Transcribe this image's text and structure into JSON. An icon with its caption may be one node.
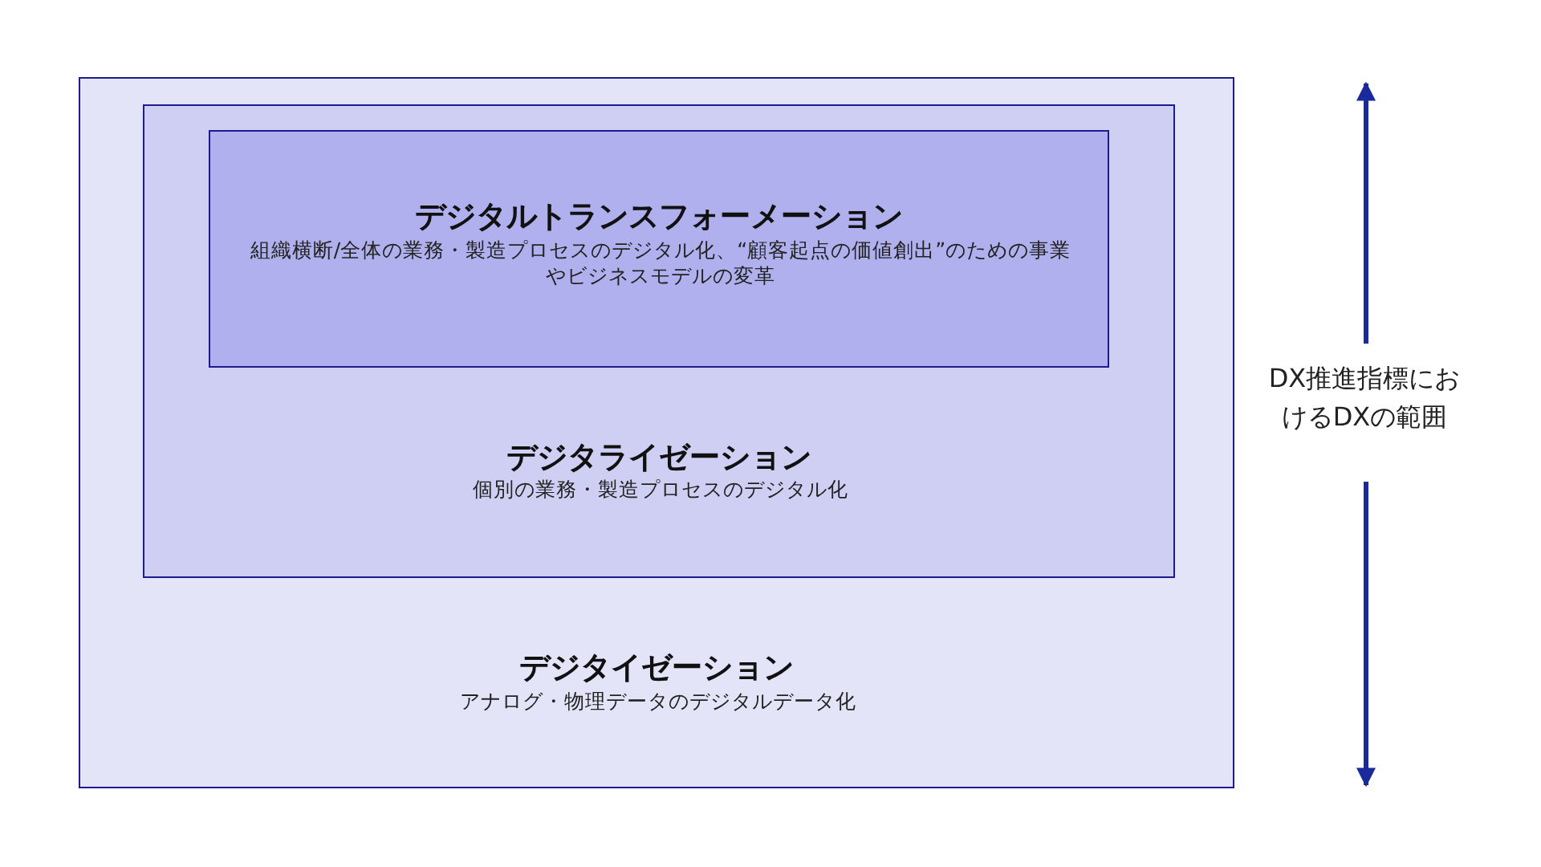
{
  "diagram": {
    "nodes": [
      {
        "text": [
          "デジタイゼーション",
          "アナログ・物理データのデジタルデータ化"
        ]
      },
      {
        "text": [
          "デジタライゼーション",
          "個別の業務・製造プロセスのデジタル化"
        ],
        "in": 0
      },
      {
        "text": [
          "デジタルトランスフォーメーション",
          "組織横断/全体の業務・製造プロセスのデジタル化、“顧客起点の価値創出”のための事業やビジネスモデルの変革"
        ],
        "in": 1
      }
    ],
    "labels": [
      "DX推進指標におけるDXの範囲"
    ]
  }
}
